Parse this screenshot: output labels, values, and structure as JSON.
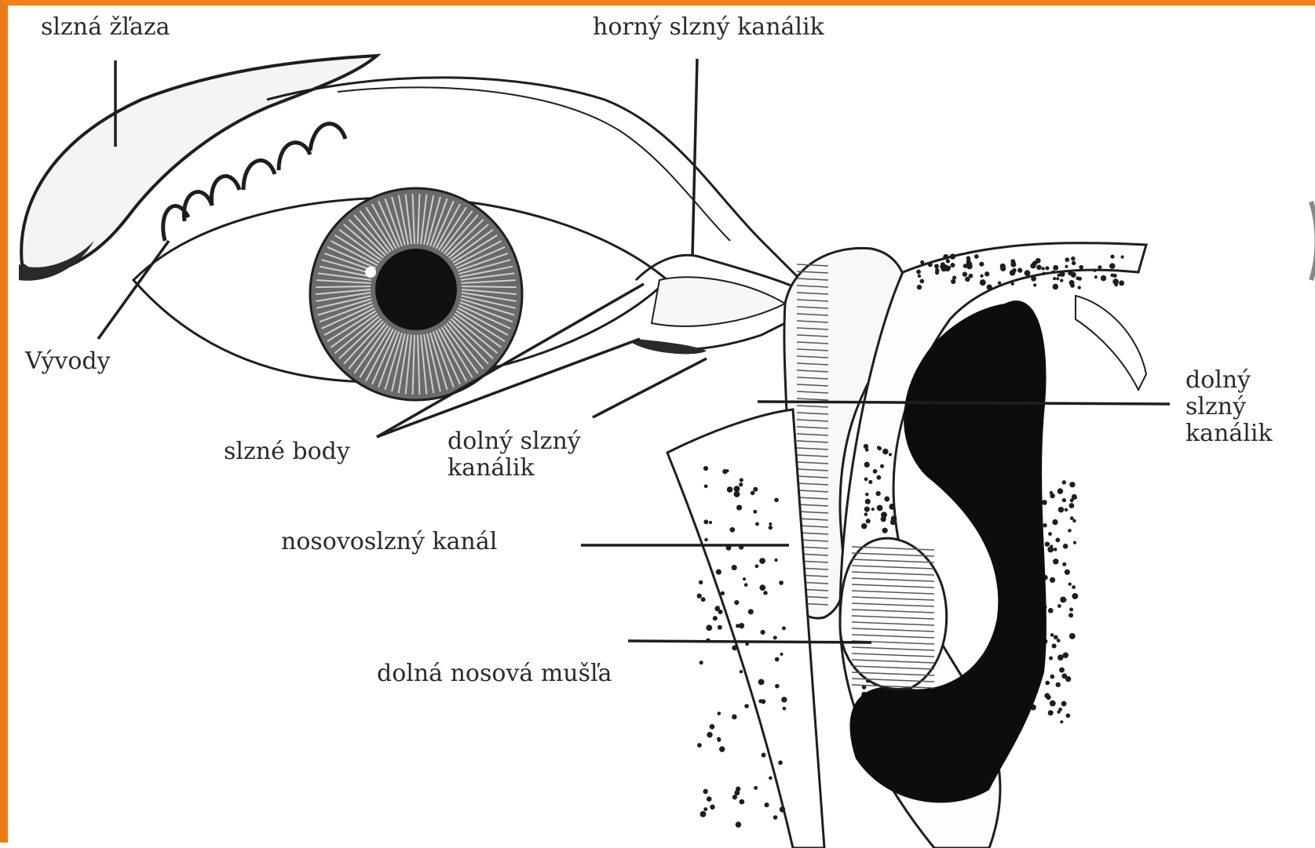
{
  "labels": {
    "lacrimal_gland": "slzná žľaza",
    "upper_canaliculus": "horný slzný kanálik",
    "ducts": "Vývody",
    "puncta": "slzné body",
    "lower_canaliculus_a": "dolný slzný",
    "lower_canaliculus_b": "kanálik",
    "lower_canaliculus_right_a": "dolný",
    "lower_canaliculus_right_b": "slzný",
    "lower_canaliculus_right_c": "kanálik",
    "nasolacrimal_duct": "nosovoslzný kanál",
    "inferior_turbinate": "dolná nosová mušľa"
  },
  "colors": {
    "frame": "#e87a1a",
    "ink": "#1e1e1e"
  }
}
